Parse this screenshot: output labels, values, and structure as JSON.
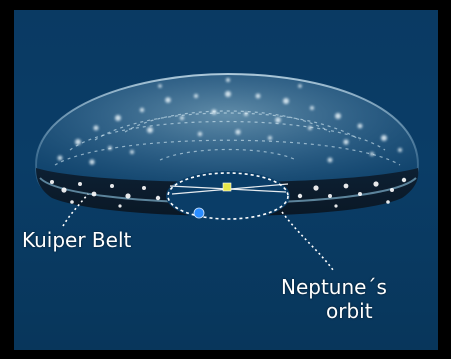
{
  "labels": {
    "kuiper_belt": "Kuiper Belt",
    "neptune_orbit_line1": "Neptune´s",
    "neptune_orbit_line2": "orbit"
  },
  "colors": {
    "background": "#0a3d67",
    "belt": "#9fc3d6",
    "sun": "#e6e64a",
    "neptune": "#2a8cff",
    "text": "#ffffff"
  }
}
